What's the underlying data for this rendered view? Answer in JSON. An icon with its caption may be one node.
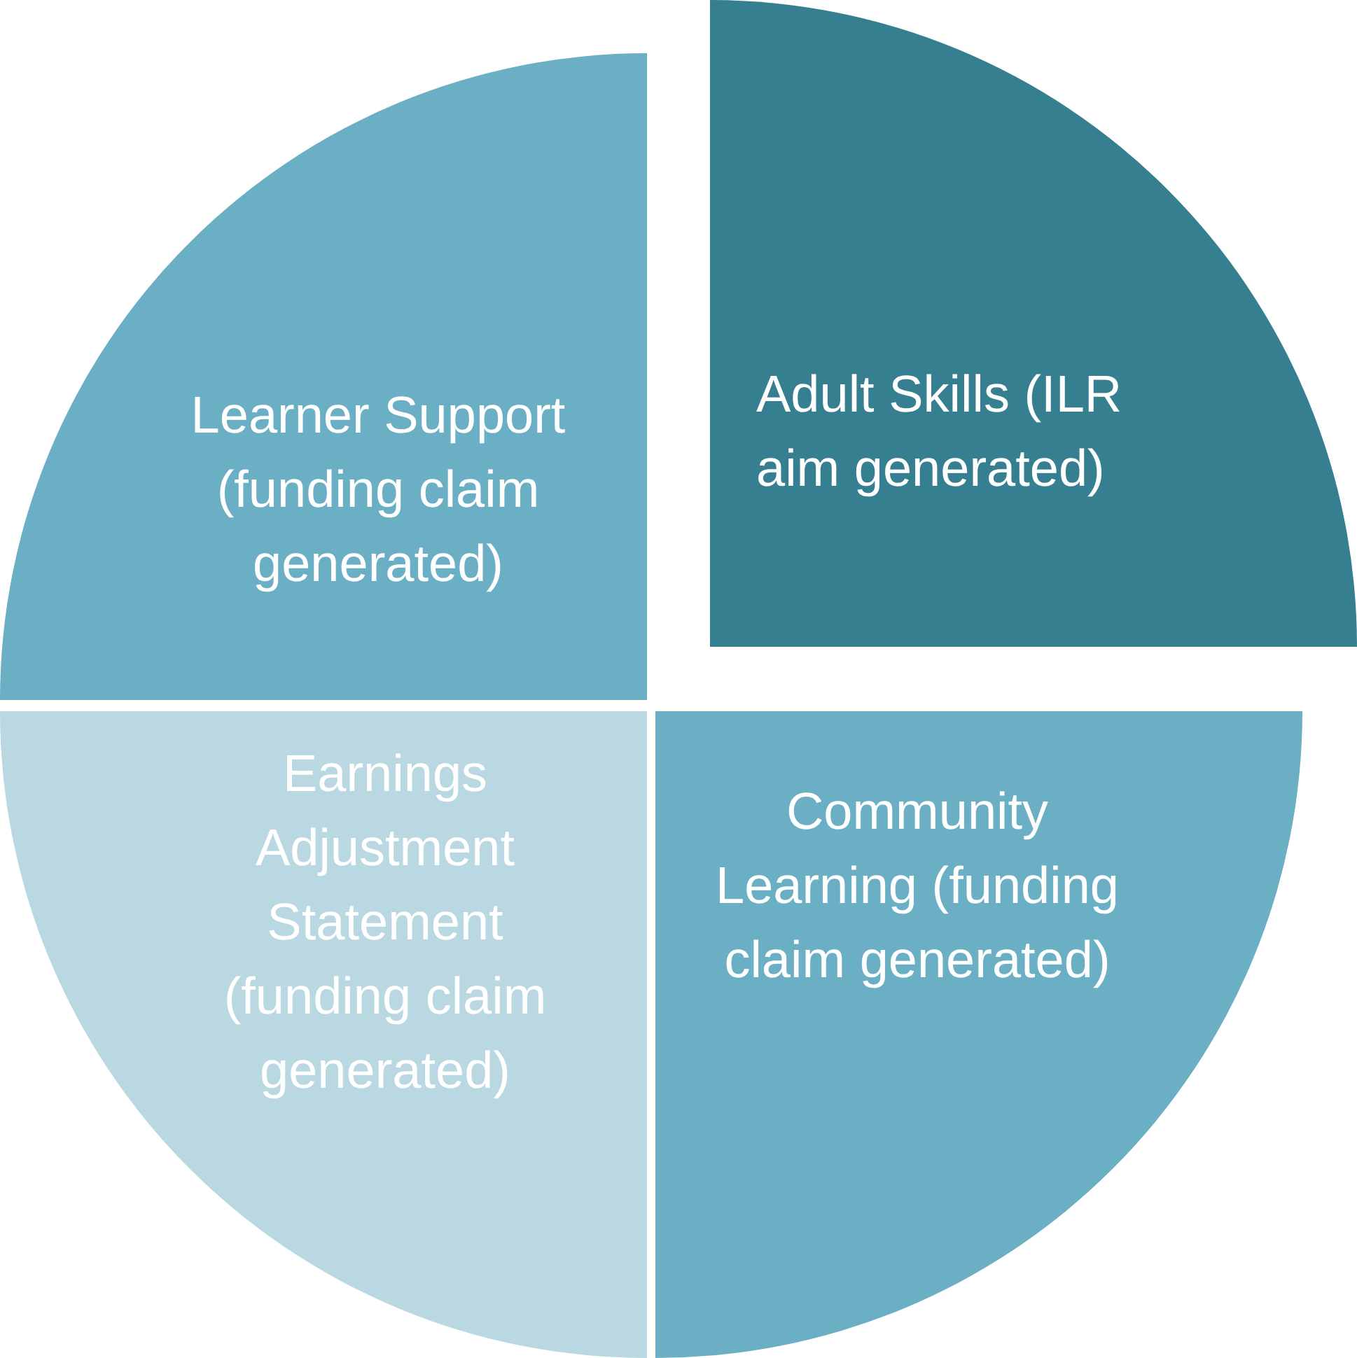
{
  "diagram": {
    "nodes": [
      {
        "text": [
          "Learner Support (funding claim generated)"
        ]
      },
      {
        "text": [
          "Adult Skills (ILR aim generated)"
        ]
      },
      {
        "text": [
          "Earnings Adjustment Statement (funding claim generated)"
        ]
      },
      {
        "text": [
          "Community Learning (funding claim generated)"
        ]
      }
    ]
  }
}
